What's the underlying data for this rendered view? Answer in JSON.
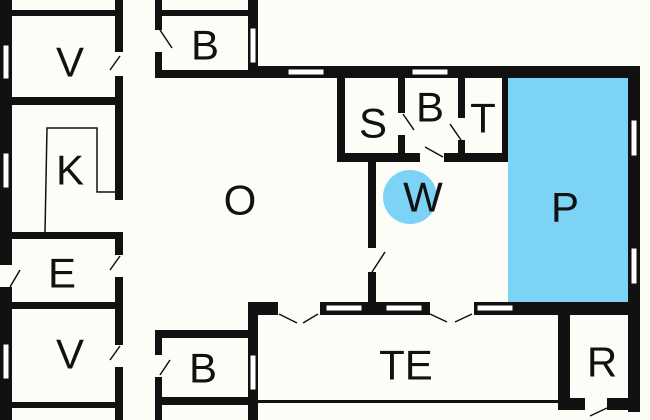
{
  "colors": {
    "accent": "#7dd3f5",
    "wall": "#111111",
    "background": "#fdfdf8"
  },
  "rooms": {
    "v1": "V",
    "b_top": "B",
    "k": "K",
    "o": "O",
    "e": "E",
    "v2": "V",
    "b_bottom": "B",
    "s": "S",
    "b_bath": "B",
    "t": "T",
    "w": "W",
    "p": "P",
    "te": "TE",
    "r": "R"
  }
}
